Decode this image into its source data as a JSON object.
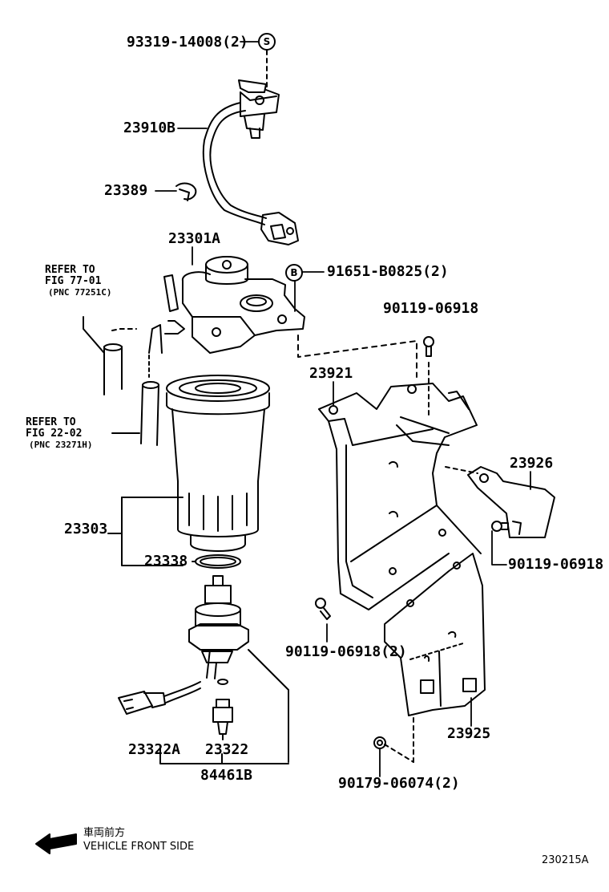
{
  "callouts": {
    "screw_93319": "93319-14008(2)",
    "sensor_23910b": "23910B",
    "clamp_23389": "23389",
    "head_23301a": "23301A",
    "bolt_91651": "91651-B0825(2)",
    "bolt_90119_top": "90119-06918",
    "bracket_23921": "23921",
    "bracket_23926": "23926",
    "filter_23303": "23303",
    "oring_23338": "23338",
    "bolt_90119_right": "90119-06918",
    "bolt_90119_left": "90119-06918(2)",
    "switch_23322a": "23322A",
    "switch_23322": "23322",
    "assy_84461b": "84461B",
    "bracket_23925": "23925",
    "nut_90179": "90179-06074(2)"
  },
  "badges": {
    "s": "S",
    "b": "B"
  },
  "refer_notes": [
    {
      "line1": "REFER TO",
      "line2": "FIG 77-01",
      "line3": "(PNC 77251C)"
    },
    {
      "line1": "REFER TO",
      "line2": "FIG 22-02",
      "line3": "(PNC 23271H)"
    }
  ],
  "direction": {
    "jp": "車両前方",
    "en": "VEHICLE FRONT SIDE"
  },
  "figure_id": "230215A"
}
